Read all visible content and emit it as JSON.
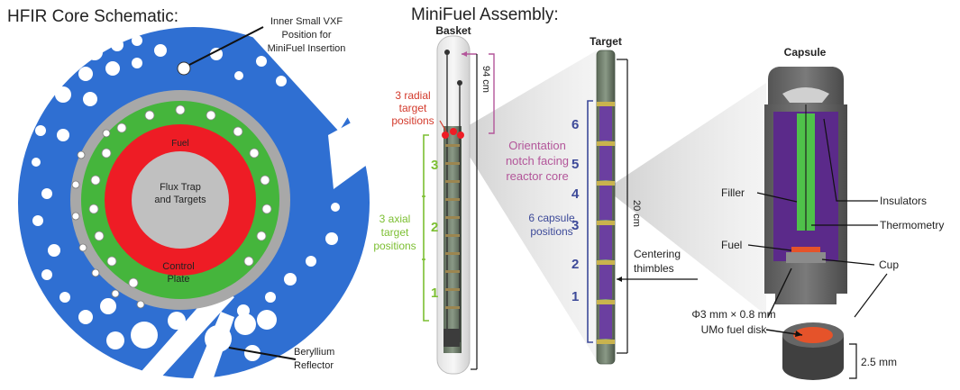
{
  "colors": {
    "beryllium": "#2f6fd2",
    "control_plate": "#45b53c",
    "fuel": "#ee1c25",
    "flux_trap": "#c0c0c0",
    "gap": "#a8a8a8",
    "axial_label": "#7cbf32",
    "radial_label": "#d33a2c",
    "orientation_label": "#b3569a",
    "capsule_label": "#3d4a99",
    "capsule_inner": "#5b2a8a",
    "filler": "#4fc14a",
    "fuel_disk": "#e5532a"
  },
  "core": {
    "title": "HFIR Core Schematic:",
    "vxf_label": [
      "Inner Small VXF",
      "Position for",
      "MiniFuel Insertion"
    ],
    "fuel_label": "Fuel",
    "flux_trap_label": [
      "Flux Trap",
      "and Targets"
    ],
    "control_label": [
      "Control",
      "Plate"
    ],
    "reflector_label": [
      "Beryllium",
      "Reflector"
    ]
  },
  "assembly": {
    "title": "MiniFuel Assembly:",
    "basket_label": "Basket",
    "target_label": "Target",
    "capsule_label": "Capsule",
    "length_94": "94 cm",
    "length_20": "20 cm",
    "radial": [
      "3 radial",
      "target",
      "positions"
    ],
    "axial": [
      "3 axial",
      "target",
      "positions"
    ],
    "axial_numbers": [
      "3",
      "2",
      "1"
    ],
    "orientation": [
      "Orientation",
      "notch facing",
      "reactor core"
    ],
    "capsule_positions": [
      "6 capsule",
      "positions"
    ],
    "capsule_numbers": [
      "6",
      "5",
      "4",
      "3",
      "2",
      "1"
    ],
    "centering": [
      "Centering",
      "thimbles"
    ],
    "filler": "Filler",
    "fuel": "Fuel",
    "insulators": "Insulators",
    "thermometry": "Thermometry",
    "cup": "Cup",
    "disk_label": [
      "Φ3 mm × 0.8 mm",
      "UMo fuel disk"
    ],
    "disk_height": "2.5 mm"
  }
}
